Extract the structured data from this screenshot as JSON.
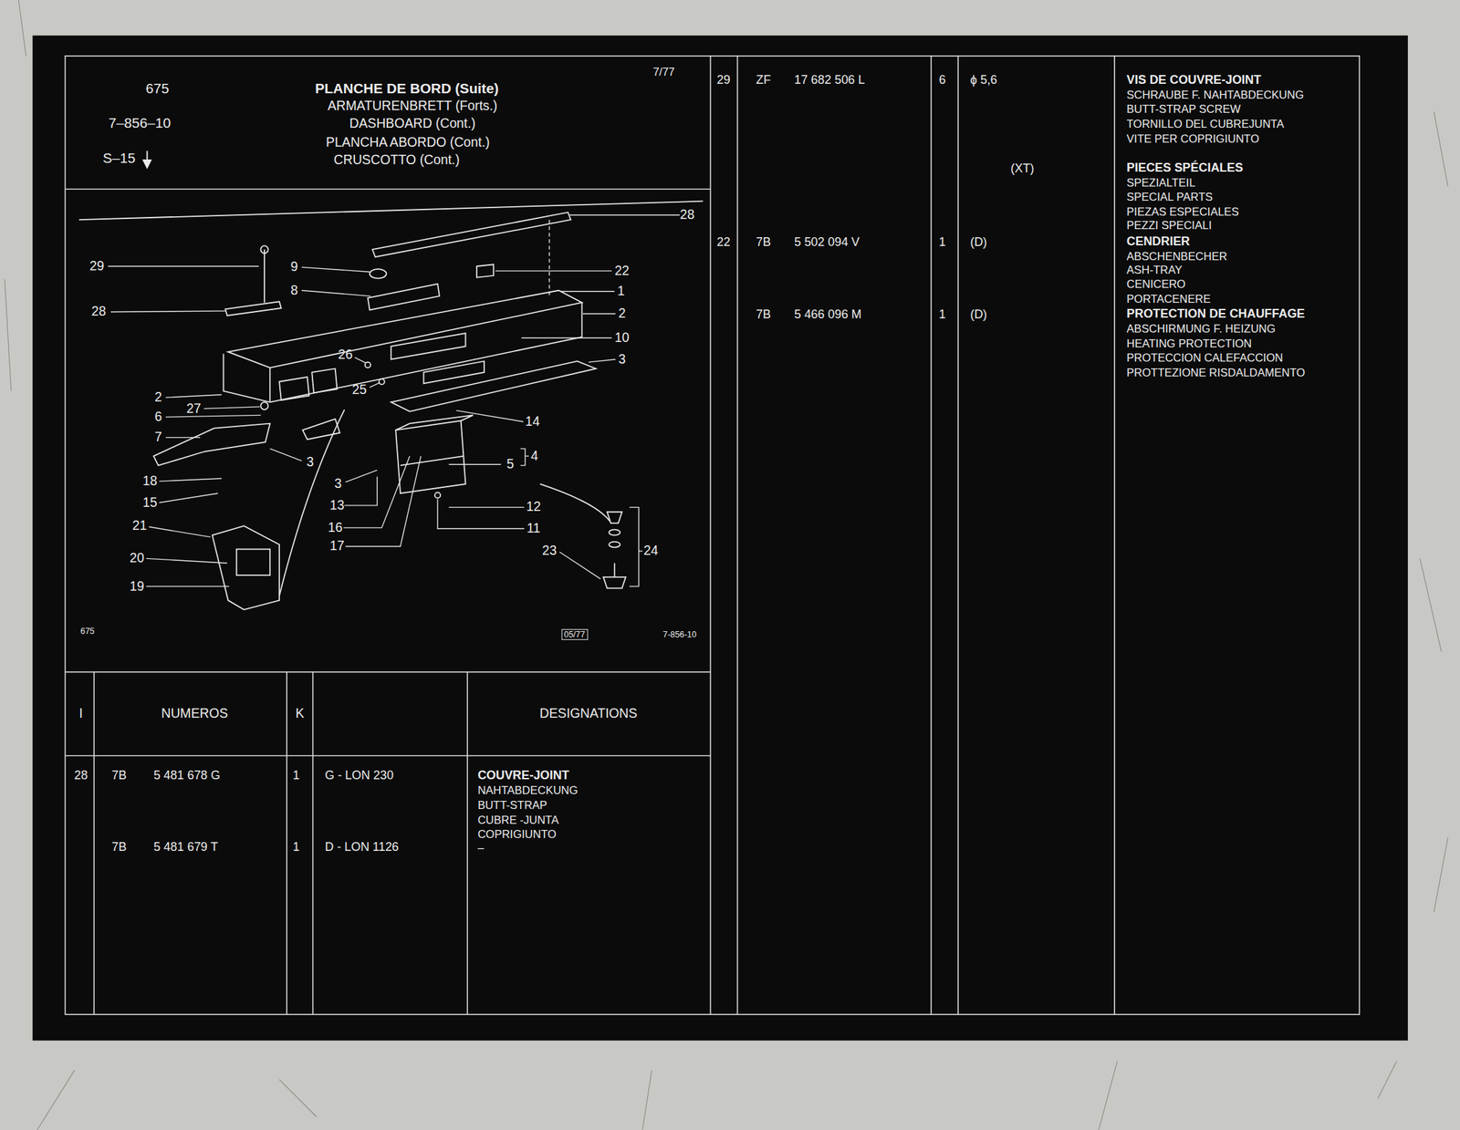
{
  "diagram": {
    "title": "PLANCHE DE BORD (Suite)",
    "labels": [
      "675",
      "7–856–10",
      "S–15",
      "ARMATURENBRETT (Forts.)",
      "DASHBOARD (Cont.)",
      "PLANCHA ABORDO (Cont.)",
      "CRUSCOTTO (Cont.)",
      "7/77",
      "28",
      "29",
      "9",
      "22",
      "8",
      "1",
      "28",
      "2",
      "10",
      "26",
      "3",
      "25",
      "2",
      "27",
      "6",
      "14",
      "7",
      "4",
      "3",
      "5",
      "18",
      "3",
      "15",
      "13",
      "12",
      "21",
      "16",
      "11",
      "17",
      "23",
      "24",
      "20",
      "19",
      "675",
      "05/77",
      "7-856-10",
      "I",
      "NUMEROS",
      "K",
      "DESIGNATIONS",
      "28",
      "7B",
      "5 481 678 G",
      "1",
      "G - LON 230",
      "COUVRE-JOINT",
      "NAHTABDECKUNG",
      "BUTT-STRAP",
      "CUBRE -JUNTA",
      "COPRIGIUNTO",
      "–",
      "7B",
      "5 481 679 T",
      "1",
      "D - LON 1126",
      "29",
      "ZF",
      "17 682 506 L",
      "6",
      "ϕ 5,6",
      "VIS DE COUVRE-JOINT",
      "SCHRAUBE F. NAHTABDECKUNG",
      "BUTT-STRAP SCREW",
      "TORNILLO DEL CUBREJUNTA",
      "VITE PER COPRIGIUNTO",
      "(XT)",
      "PIECES SPÉCIALES",
      "SPEZIALTEIL",
      "SPECIAL PARTS",
      "PIEZAS ESPECIALES",
      "PEZZI SPECIALI",
      "22",
      "7B",
      "5 502 094 V",
      "1",
      "(D)",
      "CENDRIER",
      "ABSCHENBECHER",
      "ASH-TRAY",
      "CENICERO",
      "PORTACENERE",
      "7B",
      "5 466 096 M",
      "1",
      "(D)",
      "PROTECTION DE CHAUFFAGE",
      "ABSCHIRMUNG F. HEIZUNG",
      "HEATING PROTECTION",
      "PROTECCION CALEFACCION",
      "PROTTEZIONE RISDALDAMENTO"
    ]
  }
}
